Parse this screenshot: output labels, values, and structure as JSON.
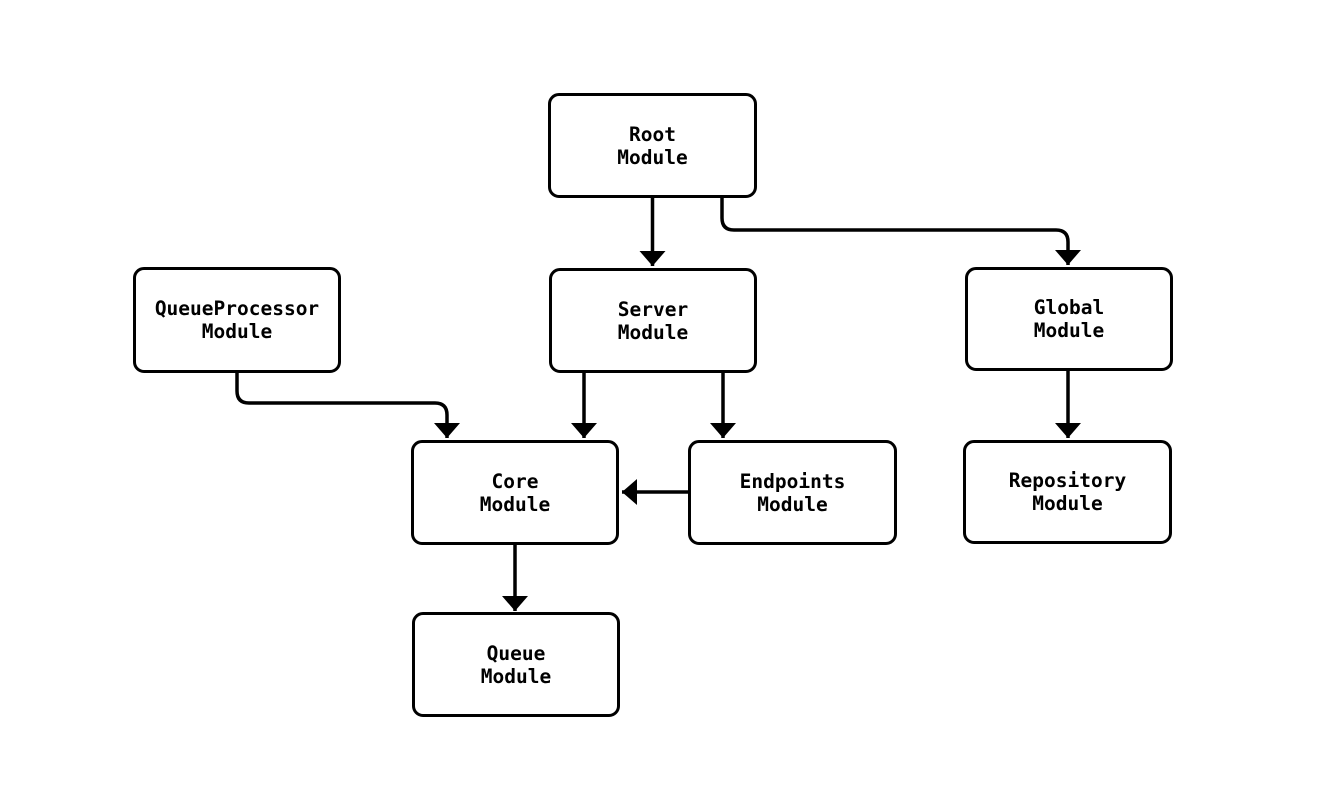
{
  "diagram": {
    "type": "flowchart",
    "direction": "top-down",
    "colors": {
      "page_bg": "#ffffff",
      "node_fill": "#ffffff",
      "node_border": "#000000",
      "edge": "#000000",
      "text": "#000000"
    },
    "nodes": [
      {
        "id": "root",
        "label": "Root\nModule"
      },
      {
        "id": "server",
        "label": "Server\nModule"
      },
      {
        "id": "global",
        "label": "Global\nModule"
      },
      {
        "id": "queueprocessor",
        "label": "QueueProcessor\nModule"
      },
      {
        "id": "core",
        "label": "Core\nModule"
      },
      {
        "id": "endpoints",
        "label": "Endpoints\nModule"
      },
      {
        "id": "repository",
        "label": "Repository\nModule"
      },
      {
        "id": "queue",
        "label": "Queue\nModule"
      }
    ],
    "edges": [
      {
        "from": "root",
        "to": "server"
      },
      {
        "from": "root",
        "to": "global"
      },
      {
        "from": "queueprocessor",
        "to": "core"
      },
      {
        "from": "server",
        "to": "core"
      },
      {
        "from": "server",
        "to": "endpoints"
      },
      {
        "from": "endpoints",
        "to": "core"
      },
      {
        "from": "global",
        "to": "repository"
      },
      {
        "from": "core",
        "to": "queue"
      }
    ]
  }
}
